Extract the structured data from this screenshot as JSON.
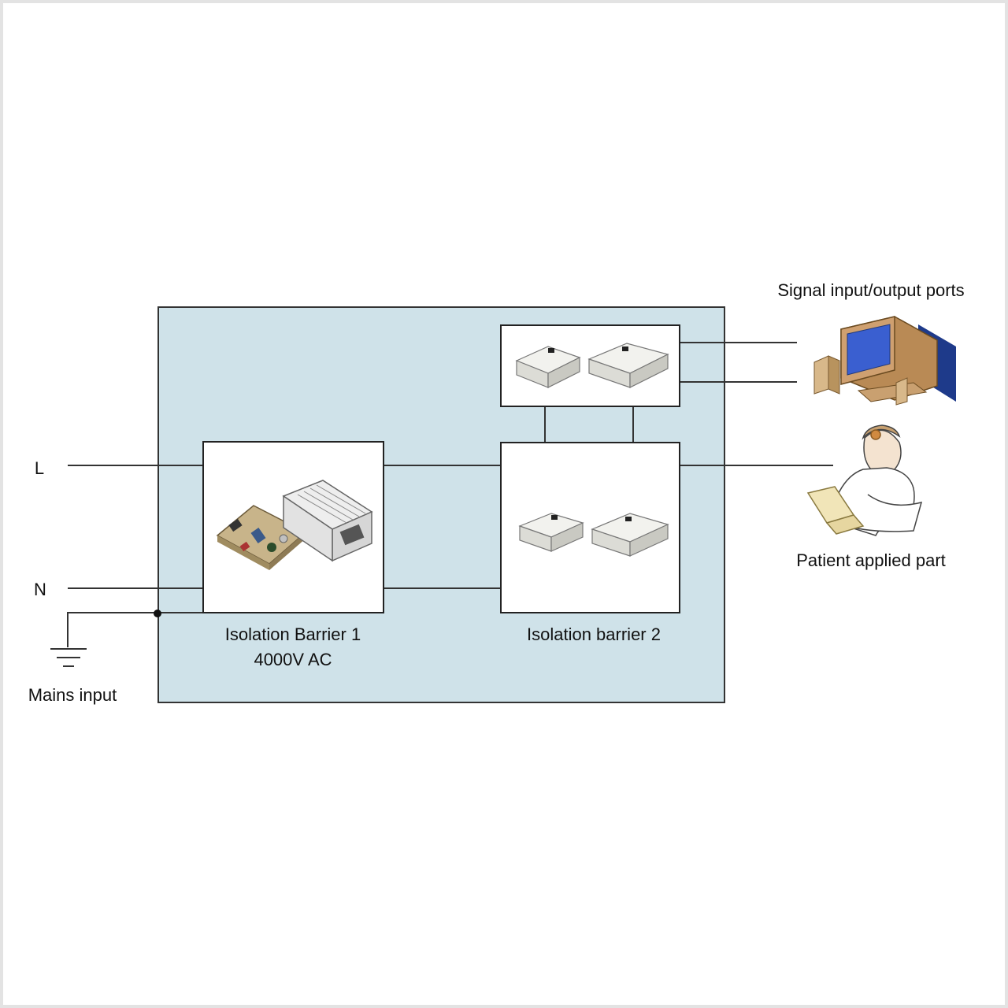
{
  "labels": {
    "line_l": "L",
    "line_n": "N",
    "mains_input": "Mains input",
    "barrier1_line1": "Isolation Barrier 1",
    "barrier1_line2": "4000V AC",
    "barrier2": "Isolation barrier 2",
    "signal_ports": "Signal input/output ports",
    "patient_part": "Patient applied part"
  },
  "colors": {
    "enclosure_fill": "#cfe2e9",
    "wire": "#333333",
    "box_border": "#222222"
  },
  "icons": {
    "barrier1": "ac-dc-power-supply-icon",
    "barrier2": "dc-dc-converter-modules-icon",
    "signal_isolators": "dc-dc-converter-modules-icon",
    "computer": "desktop-computer-icon",
    "patient": "nurse-reading-icon",
    "ground": "ground-symbol-icon"
  }
}
